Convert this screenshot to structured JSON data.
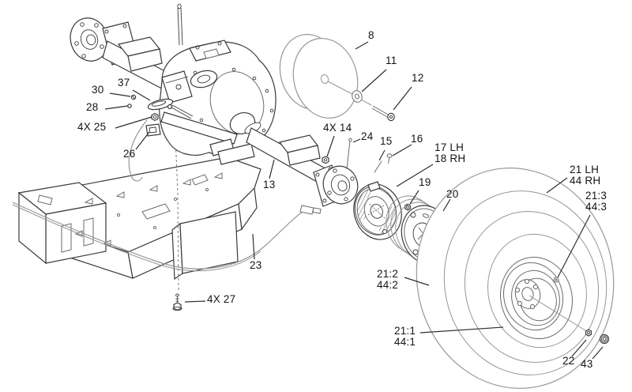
{
  "figure": {
    "background": "#ffffff",
    "stroke_dark": "#3a3a3a",
    "stroke_light": "#979797",
    "label_color": "#151515",
    "description": "Exploded parts diagram: rear axle, brake and wheel assembly"
  },
  "callouts": [
    {
      "id": "8",
      "label": "8"
    },
    {
      "id": "11",
      "label": "11"
    },
    {
      "id": "12",
      "label": "12"
    },
    {
      "id": "37",
      "label": "37"
    },
    {
      "id": "30",
      "label": "30"
    },
    {
      "id": "28",
      "label": "28"
    },
    {
      "id": "4x25",
      "label": "4X 25"
    },
    {
      "id": "26",
      "label": "26"
    },
    {
      "id": "13",
      "label": "13"
    },
    {
      "id": "4x14",
      "label": "4X 14"
    },
    {
      "id": "24",
      "label": "24"
    },
    {
      "id": "15",
      "label": "15"
    },
    {
      "id": "16",
      "label": "16"
    },
    {
      "id": "17lh-18rh",
      "label": "17 LH\n18 RH"
    },
    {
      "id": "19",
      "label": "19"
    },
    {
      "id": "20",
      "label": "20"
    },
    {
      "id": "21lh-44rh",
      "label": "21 LH\n44 RH"
    },
    {
      "id": "21-3",
      "label": "21:3\n44:3"
    },
    {
      "id": "21-2",
      "label": "21:2\n44:2"
    },
    {
      "id": "21-1",
      "label": "21:1\n44:1"
    },
    {
      "id": "22",
      "label": "22"
    },
    {
      "id": "43",
      "label": "43"
    },
    {
      "id": "23",
      "label": "23"
    },
    {
      "id": "4x27",
      "label": "4X 27"
    }
  ]
}
